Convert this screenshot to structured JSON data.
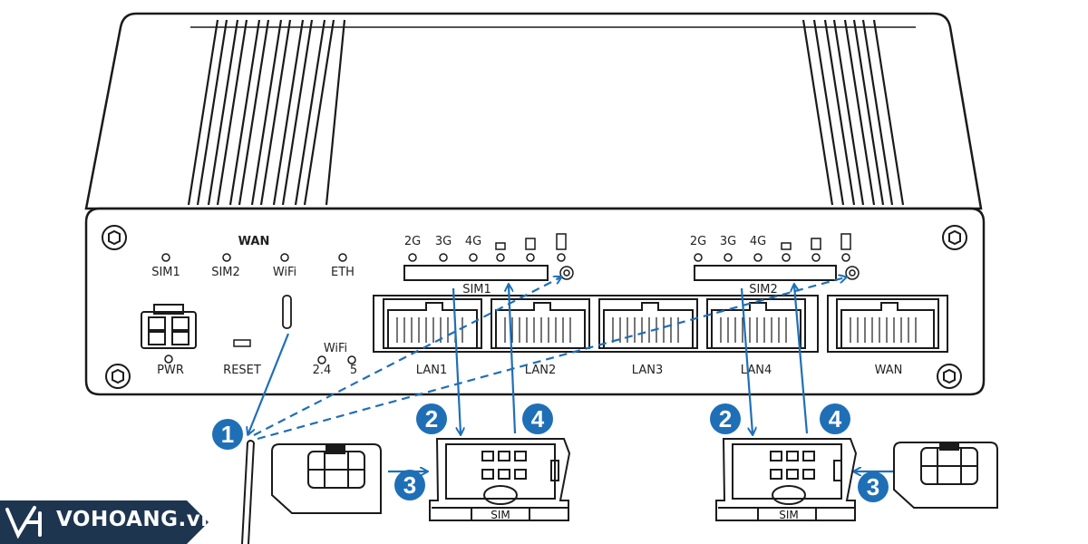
{
  "device": {
    "indicators": {
      "sim1": "SIM1",
      "sim2": "SIM2",
      "wifi": "WiFi",
      "eth": "ETH",
      "wan_header": "WAN",
      "pwr": "PWR",
      "reset": "RESET",
      "wifi_band_header": "WiFi",
      "band_24": "2.4",
      "band_5": "5"
    },
    "signal_left": {
      "g2": "2G",
      "g3": "3G",
      "g4": "4G",
      "slot_label": "SIM1"
    },
    "signal_right": {
      "g2": "2G",
      "g3": "3G",
      "g4": "4G",
      "slot_label": "SIM2"
    },
    "ports": {
      "lan1": "LAN1",
      "lan2": "LAN2",
      "lan3": "LAN3",
      "lan4": "LAN4",
      "wan": "WAN"
    }
  },
  "steps": {
    "s1": "1",
    "s2_left": "2",
    "s3_left": "3",
    "s4_left": "4",
    "s2_right": "2",
    "s3_right": "3",
    "s4_right": "4"
  },
  "sim_trays": {
    "left_label": "SIM",
    "right_label": "SIM"
  },
  "brand": {
    "logo_text": "VOHOANG.vn"
  },
  "colors": {
    "accent": "#1f6fb7",
    "line": "#1a1a1a",
    "brand": "#1e3550"
  }
}
